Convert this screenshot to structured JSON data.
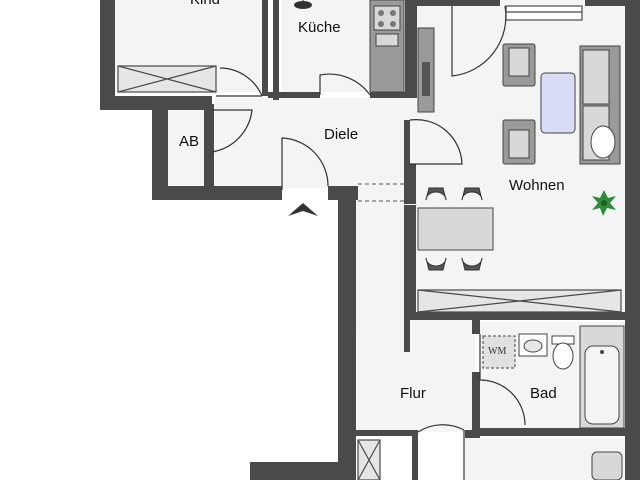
{
  "rooms": {
    "kind": "Kind",
    "kueche": "Küche",
    "ab": "AB",
    "diele": "Diele",
    "wohnen": "Wohnen",
    "flur": "Flur",
    "bad": "Bad"
  },
  "fixtures": {
    "washing_machine": "WM"
  },
  "colors": {
    "wall": "#4a4a4a",
    "floor": "#f4f4f4",
    "furniture": "#9a9a9a",
    "furniture_light": "#d8d8d8",
    "sofa_table": "#d9dcf5",
    "plant": "#2e8b3a"
  }
}
